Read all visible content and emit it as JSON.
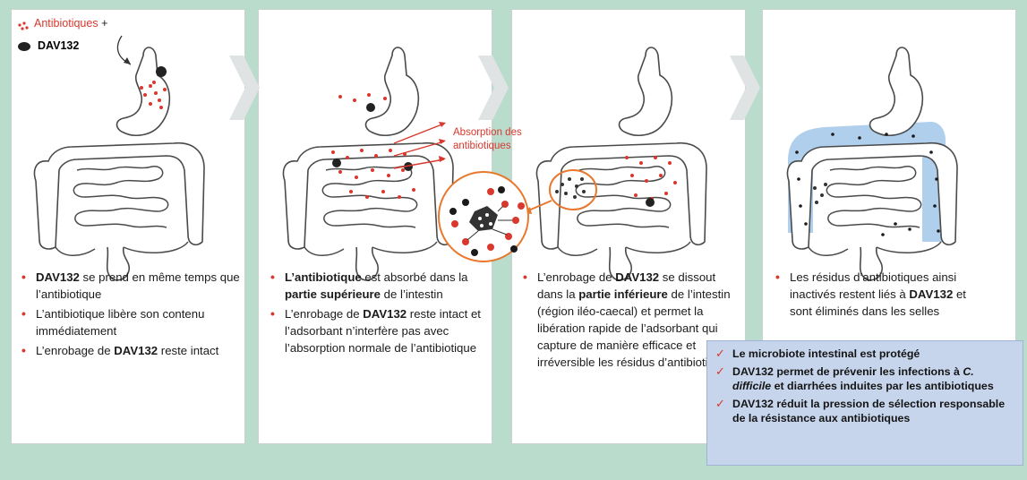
{
  "legend": {
    "antibiotiques": "Antibiotiques",
    "plus": "+",
    "dav132": "DAV132"
  },
  "absorption_label": {
    "line1": "Absorption des",
    "line2": "antibiotiques"
  },
  "colors": {
    "background": "#b9dccc",
    "panel": "#ffffff",
    "accent_red": "#d8382d",
    "orange_circle": "#e8782c",
    "blue_highlight": "#6ea8dc",
    "benefits_box": "#c6d5ec"
  },
  "panel1": {
    "b1": {
      "bold": "DAV132",
      "rest": " se prend en même temps que l’antibiotique"
    },
    "b2": {
      "text": "L’antibiotique libère son contenu immédiatement"
    },
    "b3": {
      "pre": "L’enrobage de ",
      "bold": "DAV132",
      "post": " reste intact"
    }
  },
  "panel2": {
    "b1": {
      "bold1": "L’antibiotique",
      "mid": " est absorbé dans la ",
      "bold2": "partie supérieure",
      "post": " de l’intestin"
    },
    "b2": {
      "pre": "L’enrobage de ",
      "bold": "DAV132",
      "post": " reste intact et l’adsorbant n’interfère pas avec l’absorption normale de l’antibiotique"
    }
  },
  "panel3": {
    "b1": {
      "pre": "L’enrobage de ",
      "bold1": "DAV132",
      "mid": " se dissout dans la ",
      "bold2": "partie inférieure",
      "post": " de l’intestin (région iléo-caecal) et permet la libération rapide de l’adsorbant qui capture de manière efficace et irréversible les résidus d’antibiotiques"
    }
  },
  "panel4": {
    "b1": {
      "pre": "Les résidus d’antibiotiques ainsi inactivés restent liés à ",
      "bold": "DAV132",
      "post": " et sont éliminés dans les selles"
    }
  },
  "benefits": {
    "item1": "Le microbiote intestinal est protégé",
    "item2_pre": "DAV132 permet de prévenir les infections à ",
    "item2_italic": "C. difficile",
    "item2_post": " et diarrhées induites par les antibiotiques",
    "item3": "DAV132 réduit la pression de sélection responsable de la résistance aux antibiotiques",
    "check": "✓"
  }
}
